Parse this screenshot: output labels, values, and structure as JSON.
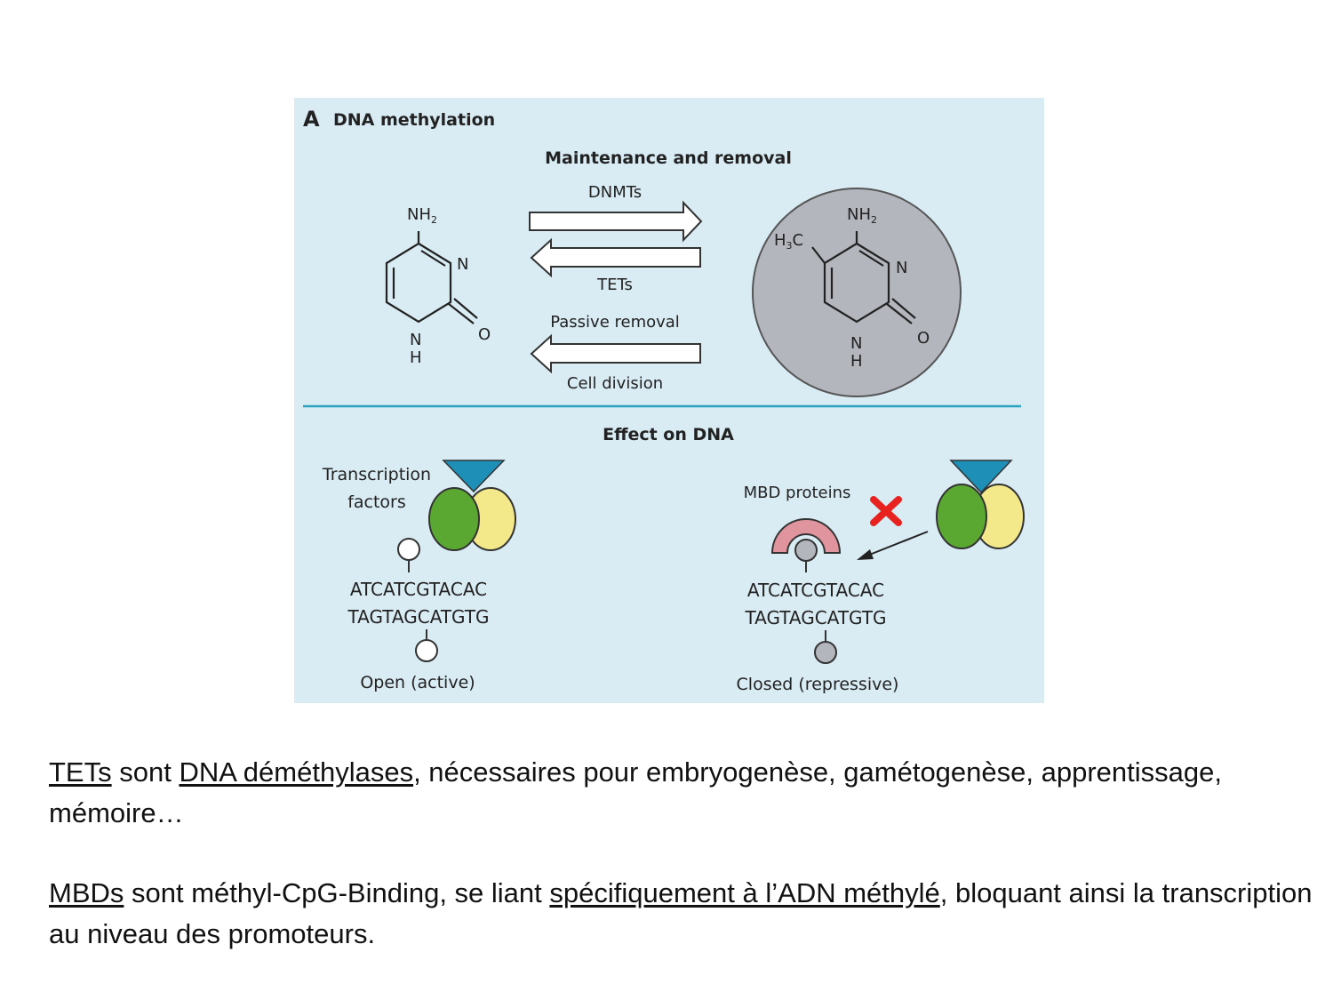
{
  "figure": {
    "panel_letter": "A",
    "panel_title": "DNA methylation",
    "section_top": "Maintenance and removal",
    "arrow_top_label": "DNMTs",
    "arrow_middle_label": "TETs",
    "arrow_passive_label": "Passive removal",
    "arrow_bottom_label": "Cell division",
    "cytosine": {
      "nh2": "NH",
      "nh2_sub": "2",
      "n": "N",
      "nh_n": "N",
      "nh_h": "H",
      "o": "O"
    },
    "methylcytosine": {
      "h3c_h": "H",
      "h3c_sub": "3",
      "h3c_c": "C",
      "nh2": "NH",
      "nh2_sub": "2",
      "n": "N",
      "nh_n": "N",
      "nh_h": "H",
      "o": "O"
    },
    "section_bottom": "Effect on DNA",
    "tf_label_1": "Transcription",
    "tf_label_2": "factors",
    "mbd_label": "MBD proteins",
    "left_seq_top": "ATCATCGTACAC",
    "left_seq_bottom": "TAGTAGCATGTG",
    "right_seq_top": "ATCATCGTACAC",
    "right_seq_bottom": "TAGTAGCATGTG",
    "left_state": "Open (active)",
    "right_state": "Closed (repressive)",
    "colors": {
      "panel_bg": "#d9ecf4",
      "divider": "#2aa3c0",
      "circle_gray": "#b3b6bc",
      "tf_green": "#5aa832",
      "tf_yellow": "#f3e98a",
      "tf_blue": "#1e90b8",
      "mbd_pink": "#e0949e",
      "cross_red": "#e8231f"
    }
  },
  "caption": {
    "p1_tets": "TETs",
    "p1_sont": " sont ",
    "p1_demethylases": "DNA déméthylases",
    "p1_rest": ", nécessaires pour embryogenèse, gamétogenèse, apprentissage, mémoire…",
    "p2_mbds": "MBDs",
    "p2_middle": " sont méthyl-CpG-Binding, se liant ",
    "p2_specific": "spécifiquement à l’ADN méthylé",
    "p2_rest": ", bloquant ainsi la transcription au niveau des promoteurs."
  }
}
